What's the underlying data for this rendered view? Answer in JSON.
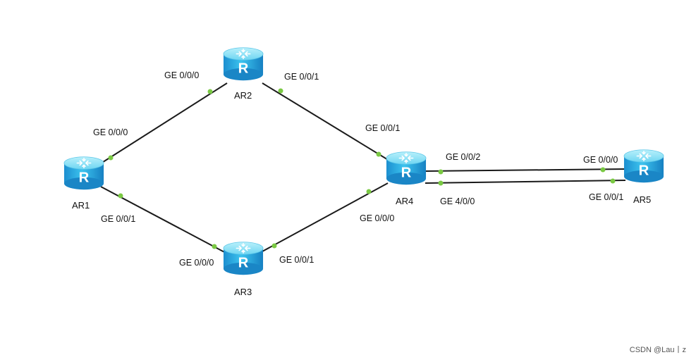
{
  "colors": {
    "link": "#1a1a1a",
    "port_dot": "#7ac943",
    "router_top": "#8fe3f6",
    "router_side": "#2bb2e6",
    "router_side_dark": "#1585c4",
    "router_glyph": "#ffffff"
  },
  "icons": {
    "router": "router-icon"
  },
  "routers": {
    "ar1": {
      "name": "AR1",
      "glyph": "R"
    },
    "ar2": {
      "name": "AR2",
      "glyph": "R"
    },
    "ar3": {
      "name": "AR3",
      "glyph": "R"
    },
    "ar4": {
      "name": "AR4",
      "glyph": "R"
    },
    "ar5": {
      "name": "AR5",
      "glyph": "R"
    }
  },
  "ports": {
    "ar1_ge000": "GE 0/0/0",
    "ar1_ge001": "GE 0/0/1",
    "ar2_ge000": "GE 0/0/0",
    "ar2_ge001": "GE 0/0/1",
    "ar3_ge000": "GE 0/0/0",
    "ar3_ge001": "GE 0/0/1",
    "ar4_ge001": "GE 0/0/1",
    "ar4_ge000": "GE 0/0/0",
    "ar4_ge002": "GE 0/0/2",
    "ar4_ge400": "GE 4/0/0",
    "ar5_ge000": "GE 0/0/0",
    "ar5_ge001": "GE 0/0/1"
  },
  "links": [
    {
      "from": "AR1",
      "from_port": "GE 0/0/0",
      "to": "AR2",
      "to_port": "GE 0/0/0"
    },
    {
      "from": "AR1",
      "from_port": "GE 0/0/1",
      "to": "AR3",
      "to_port": "GE 0/0/0"
    },
    {
      "from": "AR2",
      "from_port": "GE 0/0/1",
      "to": "AR4",
      "to_port": "GE 0/0/1"
    },
    {
      "from": "AR3",
      "from_port": "GE 0/0/1",
      "to": "AR4",
      "to_port": "GE 0/0/0"
    },
    {
      "from": "AR4",
      "from_port": "GE 0/0/2",
      "to": "AR5",
      "to_port": "GE 0/0/0"
    },
    {
      "from": "AR4",
      "from_port": "GE 4/0/0",
      "to": "AR5",
      "to_port": "GE 0/0/1"
    }
  ],
  "watermark": "CSDN @Lau丨z"
}
